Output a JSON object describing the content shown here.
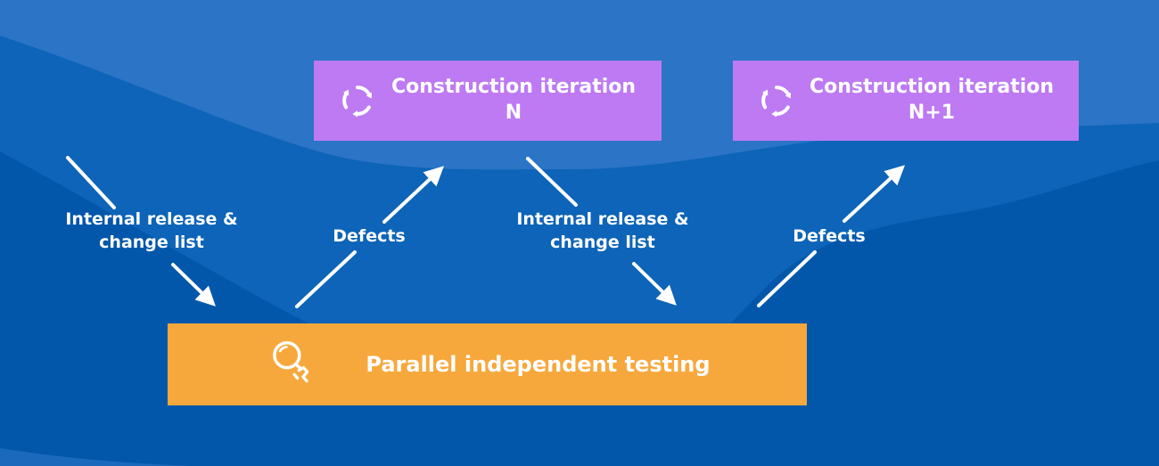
{
  "diagram": {
    "iteration_boxes": [
      {
        "line1": "Construction iteration",
        "line2": "N",
        "icon": "iteration-cycle-icon"
      },
      {
        "line1": "Construction iteration",
        "line2": "N+1",
        "icon": "iteration-cycle-icon"
      }
    ],
    "testing_box": {
      "label": "Parallel independent testing",
      "icon": "magnifier-inspection-icon"
    },
    "flow_labels": [
      {
        "text": "Internal release & change list"
      },
      {
        "text": "Defects"
      },
      {
        "text": "Internal release & change list"
      },
      {
        "text": "Defects"
      }
    ],
    "colors": {
      "background_base": "#0D64B8",
      "background_wave_light": "#2B74C6",
      "background_wave_dark": "#0357AB",
      "background_wave_corner": "#1A69BC",
      "iteration_box": "#BD7AF3",
      "testing_box": "#F7A83C",
      "text": "#FFFFFF",
      "arrows": "#FFFFFF"
    }
  }
}
